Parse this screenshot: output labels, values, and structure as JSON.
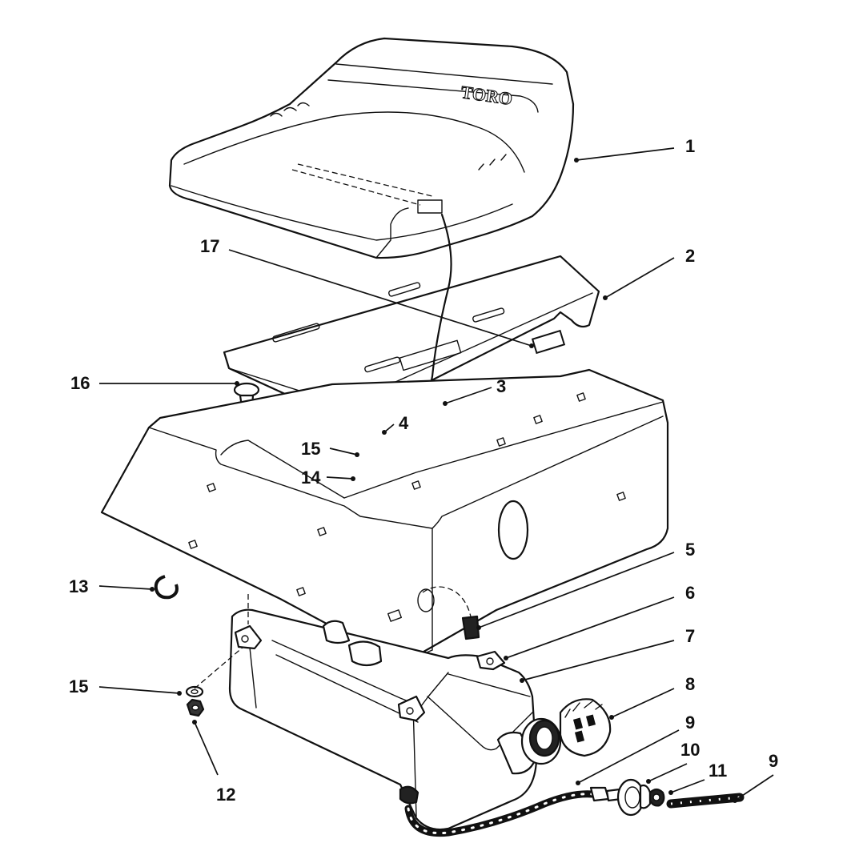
{
  "diagram": {
    "brand_logo": "TORO",
    "callouts": {
      "c1": "1",
      "c2": "2",
      "c3": "3",
      "c4": "4",
      "c5": "5",
      "c6": "6",
      "c7": "7",
      "c8": "8",
      "c9a": "9",
      "c9b": "9",
      "c10": "10",
      "c11": "11",
      "c12": "12",
      "c13": "13",
      "c14": "14",
      "c15a": "15",
      "c15b": "15",
      "c16": "16",
      "c17": "17"
    }
  }
}
